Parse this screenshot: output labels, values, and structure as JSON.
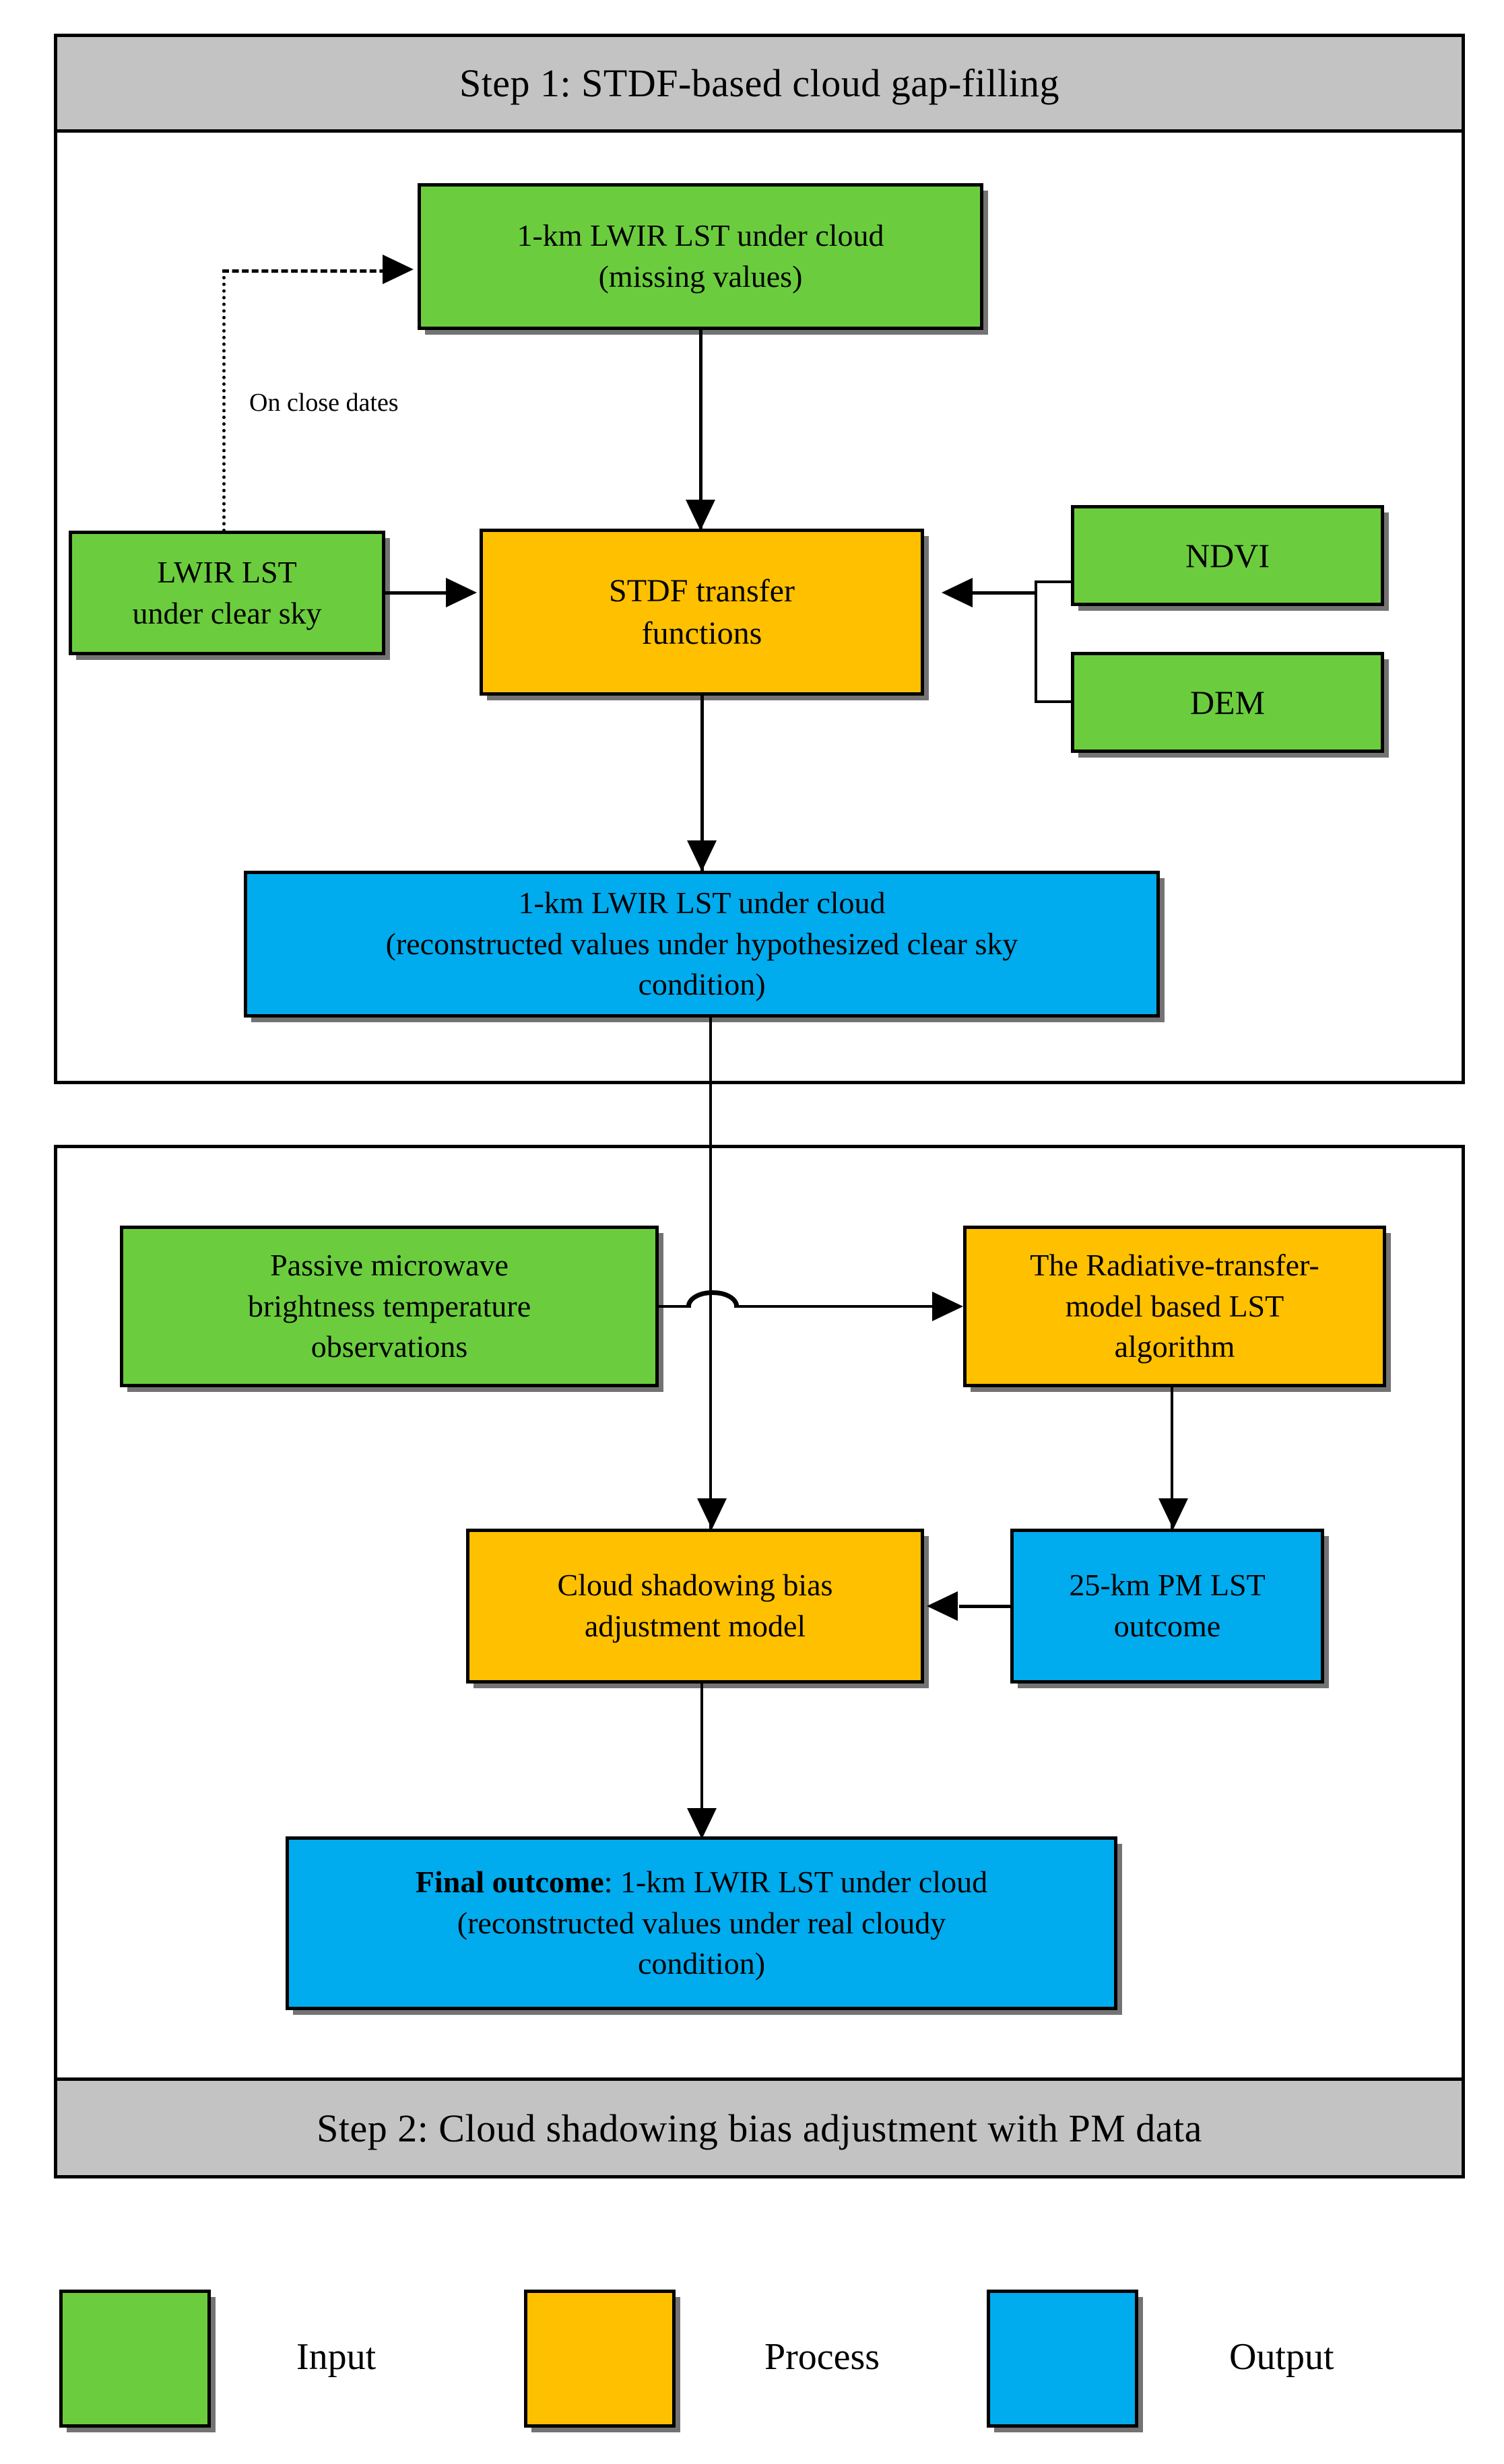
{
  "figure": {
    "kind": "flowchart",
    "colors": {
      "input_green": "#6BCD3E",
      "process_orange": "#FFC000",
      "output_blue": "#00ABEE",
      "panel_header_gray": "#C3C3C3",
      "line_black": "#000000",
      "background": "#FFFFFF"
    }
  },
  "step1": {
    "title": "Step 1: STDF-based cloud gap-filling",
    "nodes": {
      "lst_under_cloud_missing": {
        "line1": "1-km LWIR LST under cloud",
        "line2": "(missing values)",
        "type": "Input"
      },
      "lst_clear_sky": {
        "line1": "LWIR LST",
        "line2": "under clear sky",
        "type": "Input"
      },
      "stdf_transfer": {
        "line1": "STDF transfer",
        "line2": "functions",
        "type": "Process"
      },
      "ndvi": {
        "line1": "NDVI",
        "type": "Input"
      },
      "dem": {
        "line1": "DEM",
        "type": "Input"
      },
      "reconstructed_clear": {
        "line1": "1-km LWIR LST under cloud",
        "line2": "(reconstructed values under hypothesized clear sky",
        "line3": "condition)",
        "type": "Output"
      }
    },
    "edge_labels": {
      "on_close_dates": "On close dates"
    }
  },
  "step2": {
    "title": "Step 2: Cloud shadowing bias adjustment with PM data",
    "nodes": {
      "pm_brightness": {
        "line1": "Passive microwave",
        "line2": "brightness temperature",
        "line3": "observations",
        "type": "Input"
      },
      "rtm_algorithm": {
        "line1": "The Radiative-transfer-",
        "line2": "model based LST",
        "line3": "algorithm",
        "type": "Process"
      },
      "bias_model": {
        "line1": "Cloud shadowing bias",
        "line2": "adjustment model",
        "type": "Process"
      },
      "pm_lst_outcome": {
        "line1": "25-km PM LST",
        "line2": "outcome",
        "type": "Output"
      },
      "final_outcome": {
        "bold_prefix": "Final outcome",
        "line1_rest": ": 1-km LWIR LST under cloud",
        "line2": "(reconstructed values under real cloudy",
        "line3": "condition)",
        "type": "Output"
      }
    }
  },
  "legend": {
    "items": [
      {
        "label": "Input",
        "color": "#6BCD3E"
      },
      {
        "label": "Process",
        "color": "#FFC000"
      },
      {
        "label": "Output",
        "color": "#00ABEE"
      }
    ]
  }
}
